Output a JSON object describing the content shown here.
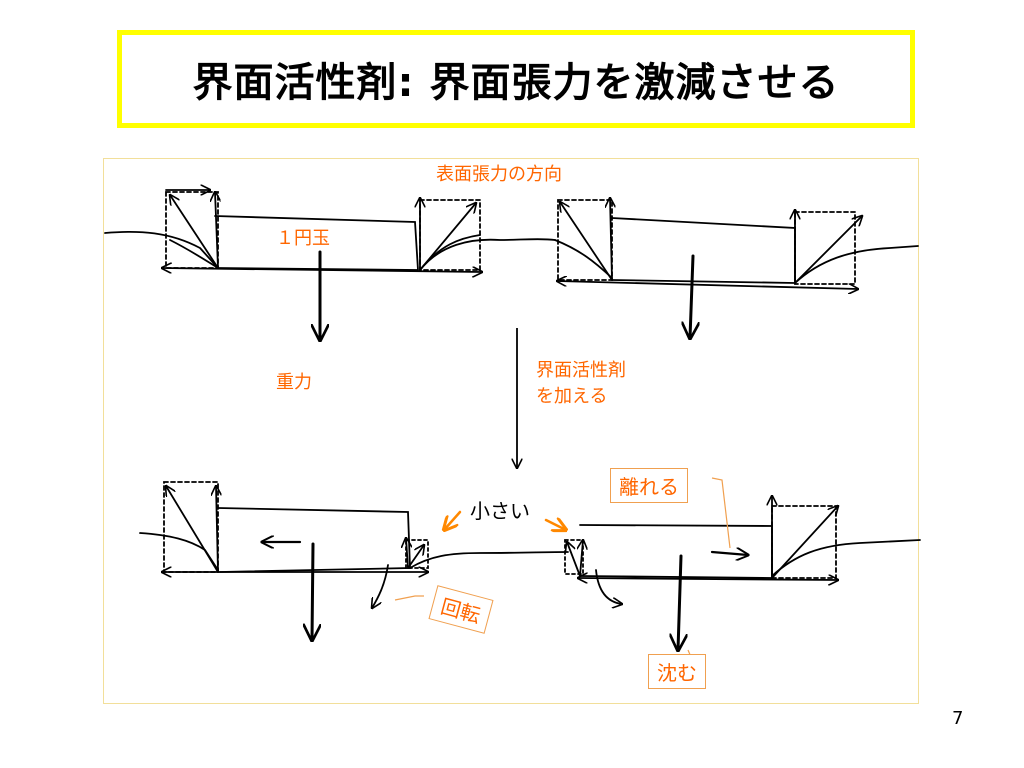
{
  "slide": {
    "title": "界面活性剤:  界面張力を激減させる",
    "page_number": "7"
  },
  "labels": {
    "surface_tension_direction": "表面張力の方向",
    "coin": "１円玉",
    "gravity": "重力",
    "add_surfactant_line1": "界面活性剤",
    "add_surfactant_line2": "を加える",
    "small": "小さい",
    "separate": "離れる",
    "rotate": "回転",
    "sink": "沈む"
  },
  "colors": {
    "title_border": "#ffff00",
    "label_orange": "#ff6600",
    "frame_border": "#f2df9a"
  }
}
